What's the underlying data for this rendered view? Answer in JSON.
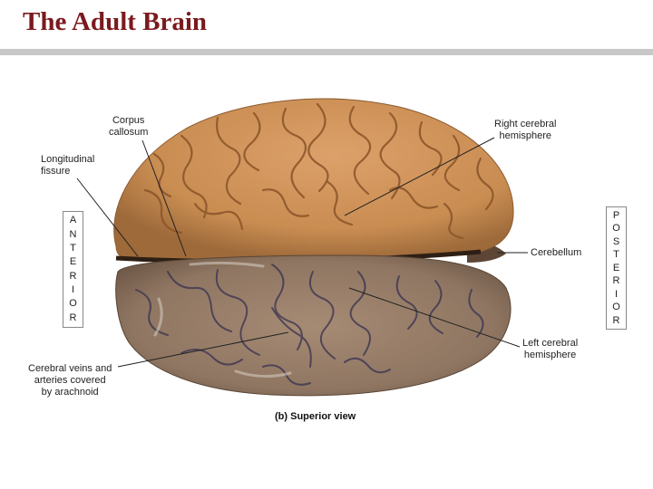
{
  "slide": {
    "title": "The Adult Brain"
  },
  "figure": {
    "caption_letter": "(b)",
    "caption_text": "Superior view",
    "labels": {
      "corpus_callosum": [
        "Corpus",
        "callosum"
      ],
      "longitudinal_fissure": [
        "Longitudinal",
        "fissure"
      ],
      "right_cerebral_hemisphere": [
        "Right cerebral",
        "hemisphere"
      ],
      "cerebellum": [
        "Cerebellum"
      ],
      "left_cerebral_hemisphere": [
        "Left cerebral",
        "hemisphere"
      ],
      "cerebral_veins": [
        "Cerebral veins and",
        "arteries covered",
        "by arachnoid"
      ]
    },
    "orientation": {
      "anterior": [
        "A",
        "N",
        "T",
        "E",
        "R",
        "I",
        "O",
        "R"
      ],
      "posterior": [
        "P",
        "O",
        "S",
        "T",
        "E",
        "R",
        "I",
        "O",
        "R"
      ]
    }
  },
  "colors": {
    "title": "#7b1a1e",
    "right_hemisphere": "#c98d52",
    "left_hemisphere": "#8f7662",
    "leader_line": "#222222"
  }
}
